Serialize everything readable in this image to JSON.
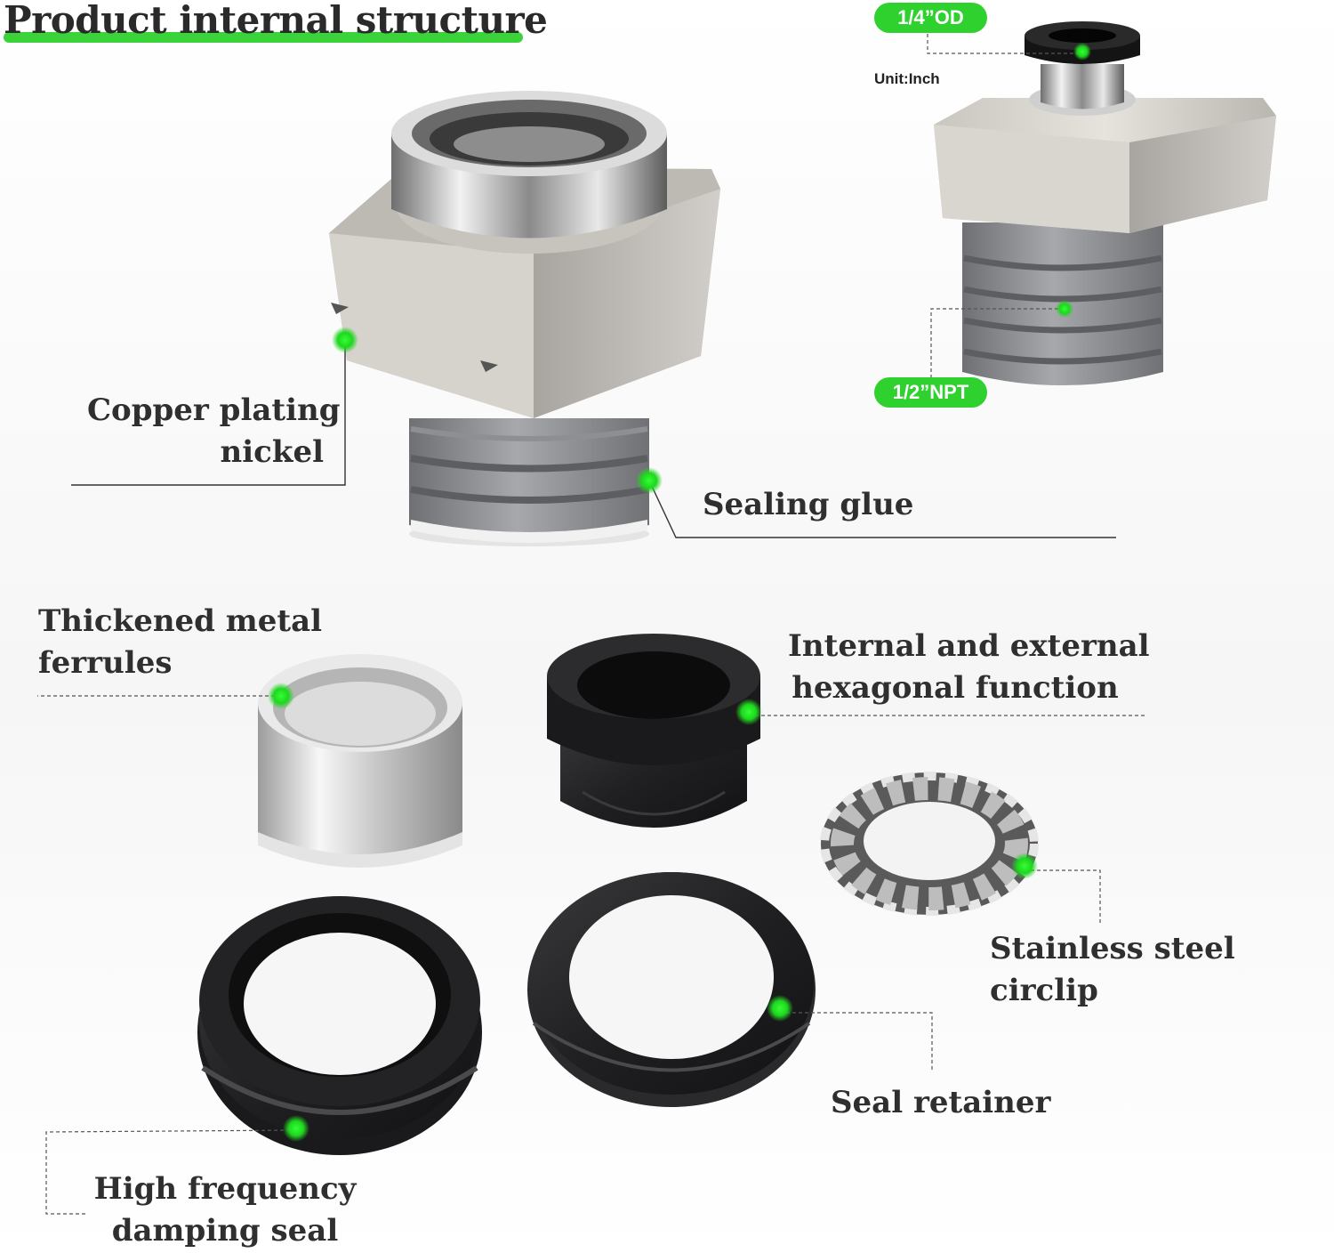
{
  "title": "Product internal structure",
  "accent_color": "#2fd12f",
  "dimensions": {
    "outer_diameter": "1/4”OD",
    "unit": "Unit:Inch",
    "thread": "1/2”NPT"
  },
  "labels": {
    "copper_plating": [
      "Copper plating",
      "nickel"
    ],
    "sealing_glue": "Sealing glue",
    "ferrules": [
      "Thickened metal",
      "ferrules"
    ],
    "hex_function": [
      "Internal and external",
      "hexagonal function"
    ],
    "circlip": [
      "Stainless steel",
      "circlip"
    ],
    "seal_retainer": "Seal retainer",
    "damping_seal": [
      "High frequency",
      "damping seal"
    ]
  }
}
